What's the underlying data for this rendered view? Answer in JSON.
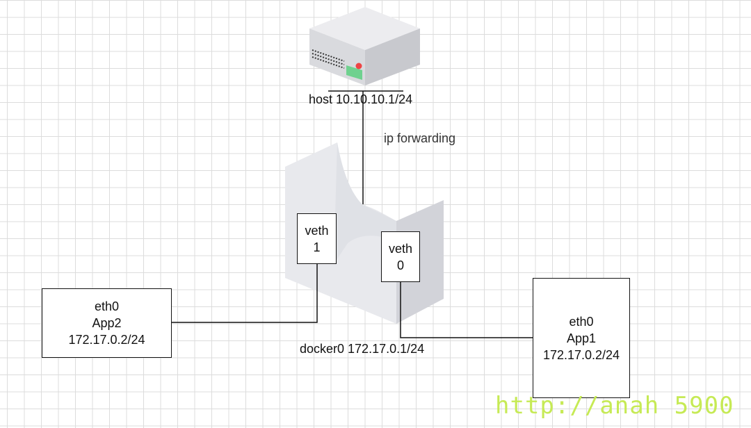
{
  "host": {
    "label": "host 10.10.10.1/24"
  },
  "forwarding": {
    "label": "ip forwarding"
  },
  "bridge": {
    "label": "docker0 172.17.0.1/24"
  },
  "veth1": {
    "line1": "veth",
    "line2": "1"
  },
  "veth0": {
    "line1": "veth",
    "line2": "0"
  },
  "app2": {
    "iface": "eth0",
    "name": "App2",
    "ip": "172.17.0.2/24"
  },
  "app1": {
    "iface": "eth0",
    "name": "App1",
    "ip": "172.17.0.2/24"
  },
  "watermark": {
    "text": "http://anah",
    "text2": "5900"
  },
  "colors": {
    "line": "#111111",
    "server_top": "#ececef",
    "server_front": "#d7d8dc",
    "server_side": "#c3c4c9",
    "server_led": "#ee4444",
    "server_panel": "#6fd18f",
    "bridge_front": "#e8e9ed",
    "bridge_curve": "#dcdde2",
    "bridge_side": "#cfd0d6",
    "watermark": "#c6ea55"
  },
  "icons": {
    "host": "server-icon",
    "bridge": "bridge-icon"
  }
}
